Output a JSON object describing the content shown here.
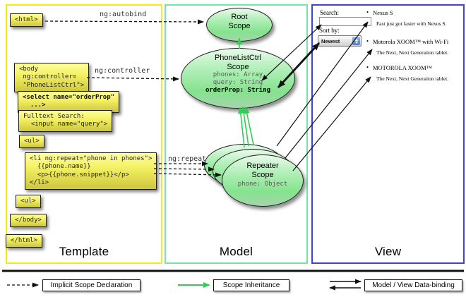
{
  "sections": {
    "template_label": "Template",
    "model_label": "Model",
    "view_label": "View"
  },
  "template_code": {
    "html_open": "<html>",
    "body_open": "<body\n ng:controller=\n \"PhoneListCtrl\">",
    "select": "<select name=\"orderProp\"\n  ...>",
    "fulltext": "Fulltext Search:\n  <input name=\"query\">",
    "ul_open": "<ul>",
    "li_repeat": "<li ng:repeat=\"phone in phones\">\n  {{phone.name}}\n  <p>{{phone.snippet}}</p>\n</li>",
    "ul_close": "<ul>",
    "body_close": "</body>",
    "html_close": "</html>"
  },
  "arrow_labels": {
    "autobind": "ng:autobind",
    "controller": "ng:controller",
    "repeat": "ng:repeat"
  },
  "scopes": {
    "root": {
      "title": "Root\nScope"
    },
    "phonelist": {
      "title": "PhoneListCtrl\nScope",
      "props": "phones: Array\nquery: String",
      "prop_bold": "orderProp: String"
    },
    "repeater": {
      "title": "Repeater\nScope",
      "prop": "phone: Object"
    }
  },
  "view": {
    "search_label": "Search:",
    "search_value": "",
    "sort_label": "Sort by:",
    "sort_value": "Newest",
    "bullet": "•",
    "items": [
      {
        "title": "Nexus S",
        "desc": "Fast just got faster with Nexus S."
      },
      {
        "title": "Motorola XOOM™ with Wi-Fi",
        "desc": "The Next, Next Generation tablet."
      },
      {
        "title": "MOTOROLA XOOM™",
        "desc": "The Next, Next Generation tablet."
      }
    ]
  },
  "legend": {
    "implicit": "Implicit Scope Declaration",
    "inheritance": "Scope Inheritance",
    "databinding": "Model / View Data-binding"
  },
  "colors": {
    "template_border": "#f2ee12",
    "model_border": "#6fe8a8",
    "view_border": "#4343cc",
    "inheritance_green": "#2fd14f"
  }
}
